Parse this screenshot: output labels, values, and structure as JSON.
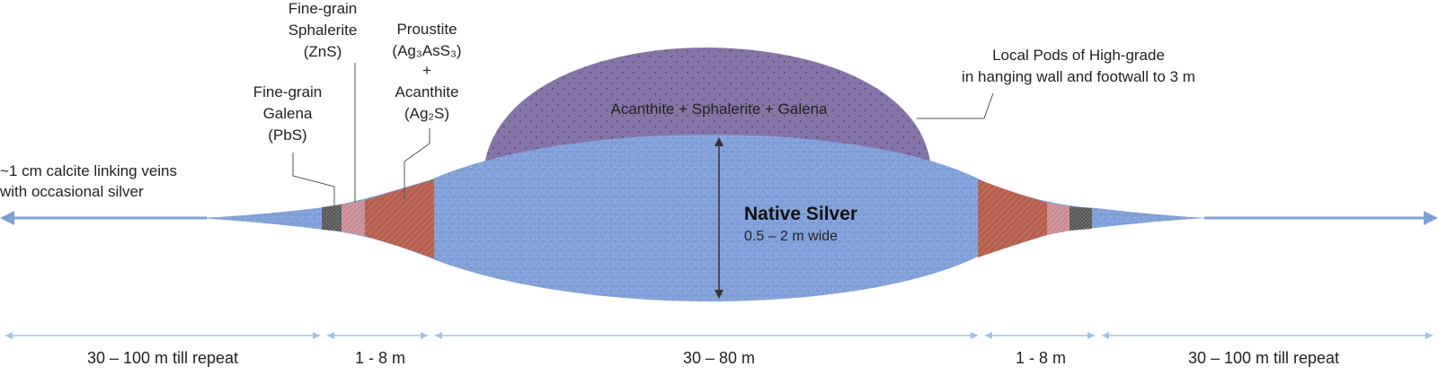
{
  "labels": {
    "calcite_line1": "~1 cm calcite linking veins",
    "calcite_line2": "with occasional silver",
    "galena_line1": "Fine-grain",
    "galena_line2": "Galena",
    "galena_line3": "(PbS)",
    "sphalerite_line1": "Fine-grain",
    "sphalerite_line2": "Sphalerite",
    "sphalerite_line3": "(ZnS)",
    "proustite_line1": "Proustite",
    "proustite_line2": "(Ag₃AsS₃)",
    "plus": "+",
    "acanthite_line1": "Acanthite",
    "acanthite_line2": "(Ag₂S)",
    "pods_line1": "Local Pods of High-grade",
    "pods_line2": "in hanging wall and footwall to 3 m",
    "dome": "Acanthite + Sphalerite + Galena",
    "native_title": "Native Silver",
    "native_sub": "0.5 – 2 m wide"
  },
  "dimensions": [
    {
      "label": "30 – 100 m till repeat"
    },
    {
      "label": "1 - 8 m"
    },
    {
      "label": "30 – 80 m"
    },
    {
      "label": "1 - 8 m"
    },
    {
      "label": "30 – 100 m till repeat"
    }
  ],
  "colors": {
    "native_silver": "#7f9fd8",
    "dome": "#8574a6",
    "proustite": "#b5604f",
    "sphalerite": "#c98c97",
    "galena": "#4a4a4a",
    "dim_line": "#a9c0de",
    "axis": "#7fa0d6"
  }
}
